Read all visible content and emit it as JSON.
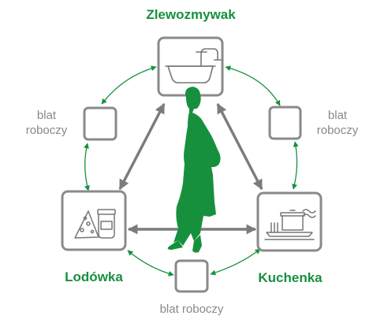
{
  "colors": {
    "green": "#17903e",
    "gray_box": "#8a8a8a",
    "gray_text": "#888888",
    "gray_arrow": "#7c7c7c"
  },
  "labels": {
    "sink": "Zlewozmywak",
    "fridge": "Lodówka",
    "stove": "Kuchenka",
    "counter_right_line1": "blat",
    "counter_right_line2": "roboczy",
    "counter_left_line1": "blat",
    "counter_left_line2": "roboczy",
    "counter_bottom": "blat roboczy"
  },
  "icons": {
    "sink": "sink-icon",
    "fridge": "food-icon",
    "stove": "pot-on-stove-icon",
    "person": "woman-silhouette"
  }
}
